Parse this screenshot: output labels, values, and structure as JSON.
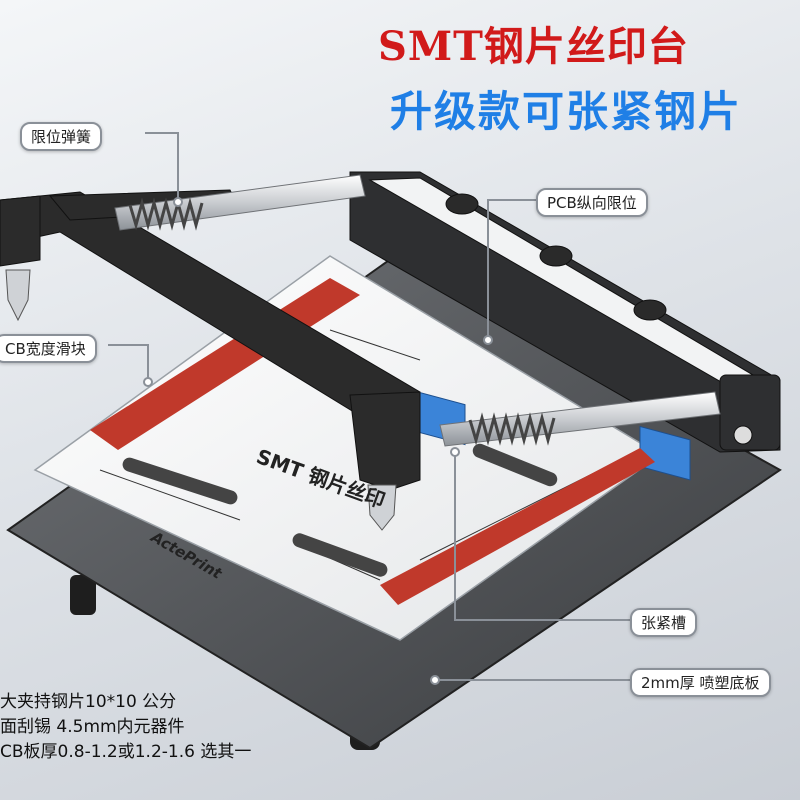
{
  "title": {
    "line1": "SMT钢片丝印台",
    "line2": "升级款可张紧钢片"
  },
  "callouts": {
    "spring": "限位弹簧",
    "pcb_vertical_stop": "PCB纵向限位",
    "pcb_width_slider": "CB宽度滑块",
    "tension_groove": "张紧槽",
    "base_plate": "2mm厚 喷塑底板"
  },
  "plate": {
    "label": "SMT 钢片丝印",
    "brand": "ActePrint"
  },
  "specs": [
    "大夹持钢片10*10 公分",
    "面刮锡 4.5mm内元器件",
    "CB板厚0.8-1.2或1.2-1.6 选其一"
  ],
  "colors": {
    "title_red": "#d11a1a",
    "title_blue": "#1f7fe6",
    "frame": "#2b2b2b",
    "tension_strip": "#c0392b"
  }
}
